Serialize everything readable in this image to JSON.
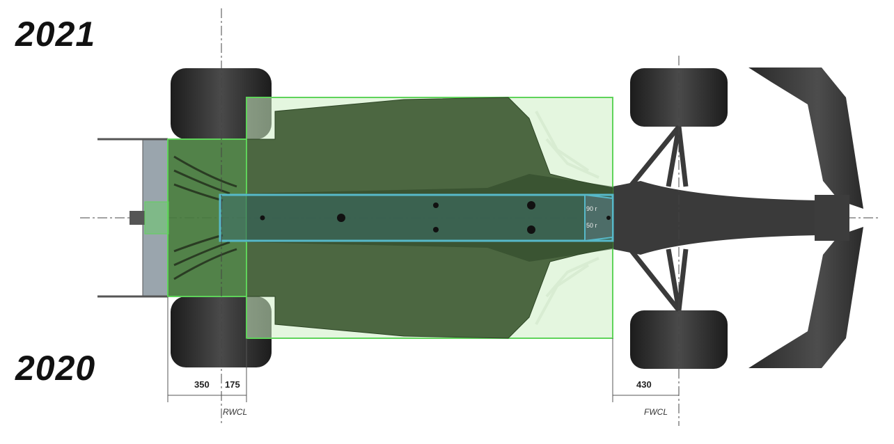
{
  "labels": {
    "year_top": "2021",
    "year_bottom": "2020"
  },
  "dimensions": {
    "rear_a": "350",
    "rear_b": "175",
    "front": "430"
  },
  "centerlines": {
    "rear": "RWCL",
    "front": "FWCL"
  },
  "plank_marks": {
    "upper": "90 r",
    "lower": "50 r"
  },
  "colors": {
    "floor_2021": "#3f5a33",
    "floor_2020_outline": "#5fd35a",
    "floor_2020_fill": "#cdeec5",
    "plank_outline": "#57b9c9",
    "tyre": "#2a2a2a",
    "car_body": "#3a3a3a"
  }
}
